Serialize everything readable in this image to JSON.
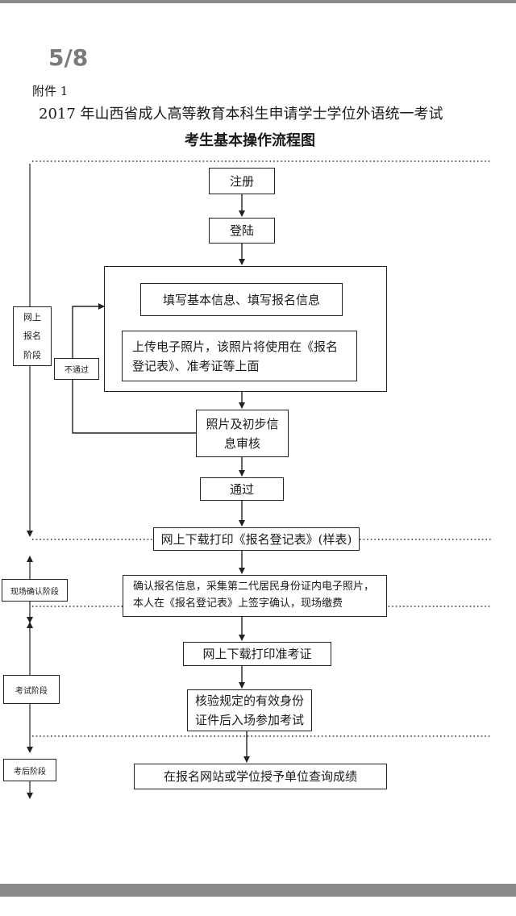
{
  "page_indicator": "5/8",
  "header": {
    "attachment": "附件 1",
    "title_line1": "2017 年山西省成人高等教育本科生申请学士学位外语统一考试",
    "title_line2": "考生基本操作流程图"
  },
  "stages": {
    "online": "网上\n报名\n阶段",
    "onsite": "现场确认阶段",
    "exam": "考试阶段",
    "after_exam": "考后阶段"
  },
  "steps": {
    "register": "注册",
    "login": "登陆",
    "fill_info": "填写基本信息、填写报名信息",
    "upload_photo": "上传电子照片，该照片将使用在《报名\n登记表》、准考证等上面",
    "review": "照片及初步信\n息审核",
    "not_pass": "不通过",
    "pass": "通过",
    "print_form": "网上下载打印《报名登记表》(样表)",
    "confirm": "确认报名信息，采集第二代居民身份证内电子照片，\n本人在《报名登记表》上签字确认，现场缴费",
    "print_admission": "网上下载打印准考证",
    "verify_id": "核验规定的有效身份\n证件后入场参加考试",
    "query_score": "在报名网站或学位授予单位查询成绩"
  }
}
